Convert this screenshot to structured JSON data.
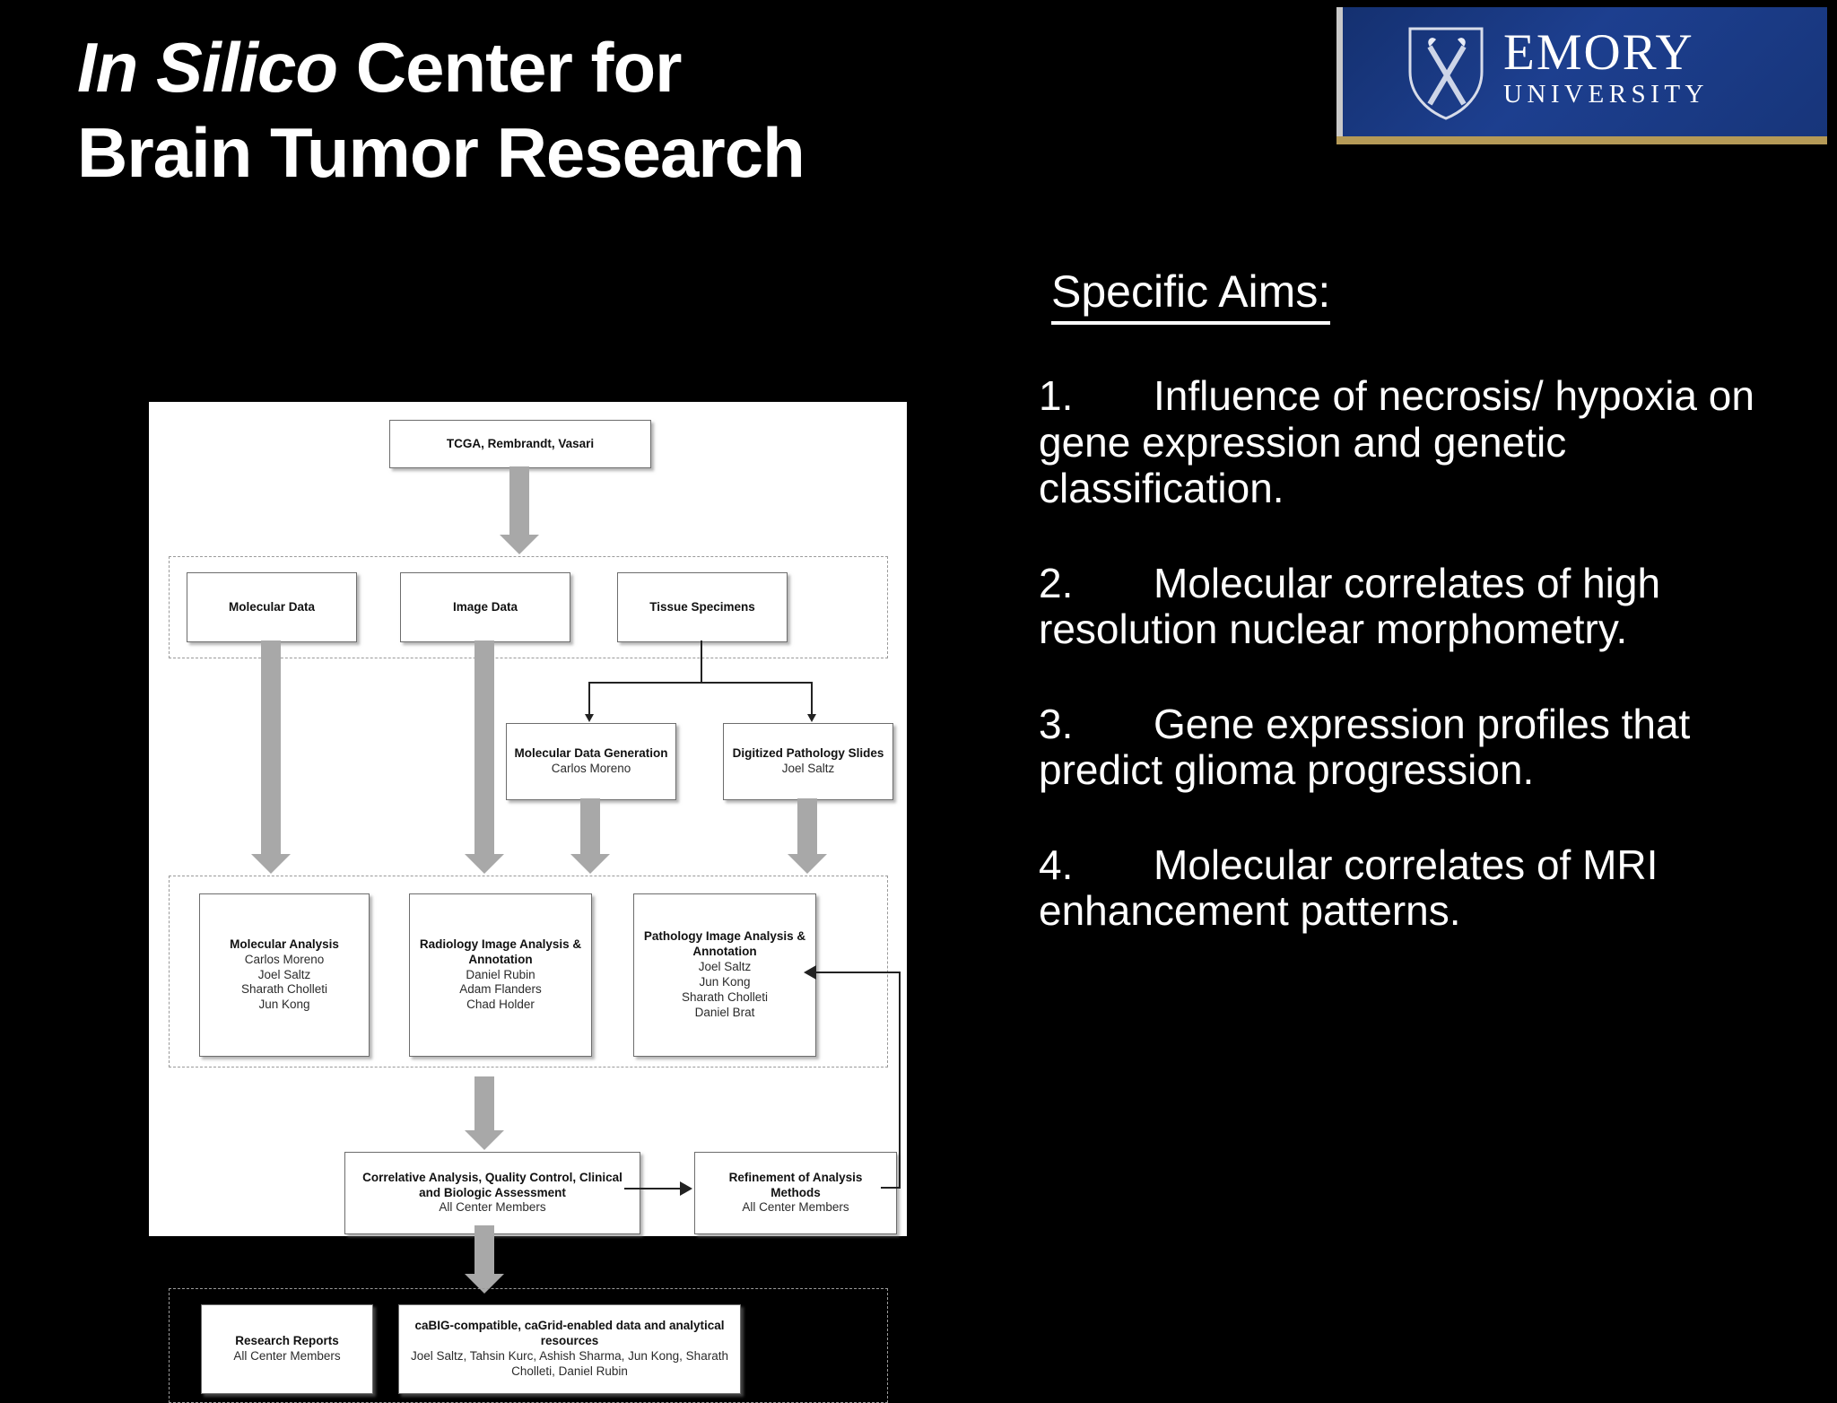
{
  "slide": {
    "background_color": "#000000",
    "title_line1_italic": "In Silico",
    "title_line1_rest": " Center for",
    "title_line2": "Brain Tumor Research"
  },
  "logo": {
    "name": "emory-university-logo",
    "word_primary": "EMORY",
    "word_secondary": "UNIVERSITY",
    "blue": "#1b3b87",
    "gold": "#b59a57",
    "shield_icon": "crossed-torches-shield-icon"
  },
  "aims": {
    "heading": "Specific Aims:",
    "items": [
      {
        "num": "1.",
        "text": "Influence of necrosis/ hypoxia on gene expression and genetic classification."
      },
      {
        "num": "2.",
        "text": "Molecular correlates of high resolution nuclear morphometry."
      },
      {
        "num": "3.",
        "text": "Gene expression profiles that predict glioma progression."
      },
      {
        "num": "4.",
        "text": "Molecular correlates of MRI enhancement patterns."
      }
    ]
  },
  "diagram": {
    "name": "center-workflow-diagram",
    "source_box": {
      "label": "TCGA, Rembrandt, Vasari"
    },
    "data_row": [
      {
        "title": "Molecular Data",
        "names": ""
      },
      {
        "title": "Image Data",
        "names": ""
      },
      {
        "title": "Tissue Specimens",
        "names": ""
      }
    ],
    "generation_row": [
      {
        "title": "Molecular Data Generation",
        "names": "Carlos Moreno"
      },
      {
        "title": "Digitized Pathology Slides",
        "names": "Joel Saltz"
      }
    ],
    "analysis_row": [
      {
        "title": "Molecular Analysis",
        "names": "Carlos Moreno\nJoel Saltz\nSharath Cholleti\nJun Kong"
      },
      {
        "title": "Radiology Image Analysis & Annotation",
        "names": "Daniel Rubin\nAdam Flanders\nChad Holder"
      },
      {
        "title": "Pathology Image Analysis & Annotation",
        "names": "Joel Saltz\nJun Kong\nSharath Cholleti\nDaniel Brat"
      }
    ],
    "correlative_box": {
      "title": "Correlative Analysis, Quality Control, Clinical and Biologic Assessment",
      "names": "All Center Members"
    },
    "refinement_box": {
      "title": "Refinement of Analysis Methods",
      "names": "All Center Members"
    },
    "output_row": [
      {
        "title": "Research Reports",
        "names": "All Center Members"
      },
      {
        "title": "caBIG-compatible, caGrid-enabled data and analytical resources",
        "names": "Joel Saltz, Tahsin Kurc, Ashish Sharma, Jun Kong, Sharath Cholleti, Daniel Rubin"
      }
    ]
  }
}
